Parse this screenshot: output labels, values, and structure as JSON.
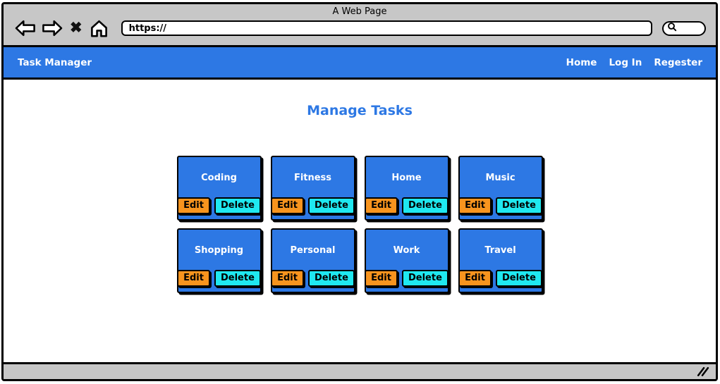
{
  "browser": {
    "window_title": "A Web Page",
    "url": {
      "value": "https://"
    },
    "toolbar_icons": {
      "back": "back-arrow-icon",
      "forward": "forward-arrow-icon",
      "stop": "close-x-icon",
      "stop_glyph": "✖",
      "home": "home-icon",
      "search": "magnifier-icon"
    }
  },
  "navbar": {
    "brand": "Task Manager",
    "links": [
      {
        "label": "Home"
      },
      {
        "label": "Log In"
      },
      {
        "label": "Regester"
      }
    ]
  },
  "page": {
    "heading": "Manage Tasks",
    "actions": {
      "edit": "Edit",
      "delete": "Delete"
    },
    "cards": [
      {
        "title": "Coding"
      },
      {
        "title": "Fitness"
      },
      {
        "title": "Home"
      },
      {
        "title": "Music"
      },
      {
        "title": "Shopping"
      },
      {
        "title": "Personal"
      },
      {
        "title": "Work"
      },
      {
        "title": "Travel"
      }
    ]
  },
  "colors": {
    "accent_blue": "#2d78e4",
    "edit_orange": "#f7941e",
    "delete_cyan": "#1fe8f0",
    "chrome_gray": "#c7c7c7"
  }
}
